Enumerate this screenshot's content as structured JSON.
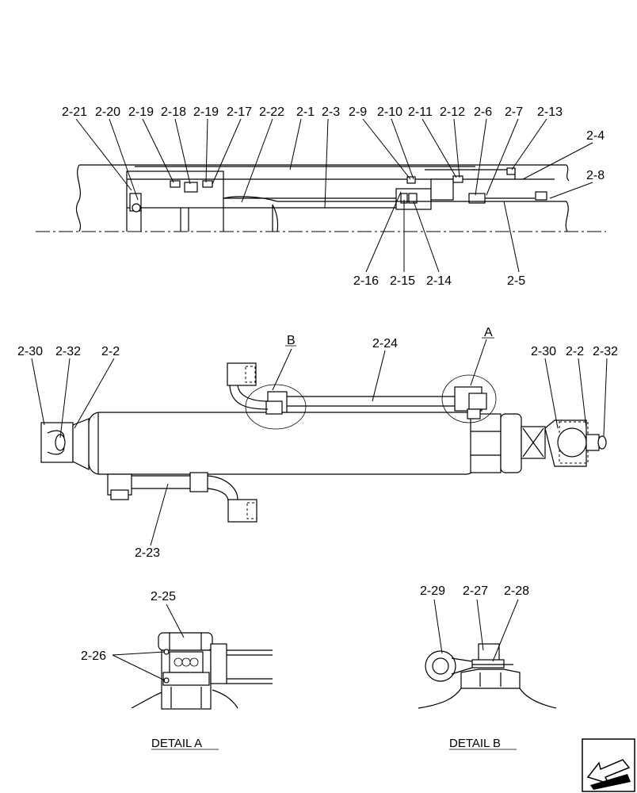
{
  "callouts_section": [
    "2-21",
    "2-20",
    "2-19",
    "2-18",
    "2-19",
    "2-17",
    "2-22",
    "2-1",
    "2-3",
    "2-9",
    "2-10",
    "2-11",
    "2-12",
    "2-6",
    "2-7",
    "2-13",
    "2-4",
    "2-8",
    "2-16",
    "2-15",
    "2-14",
    "2-5"
  ],
  "callouts_assembly": [
    "2-30",
    "2-32",
    "2-2",
    "B",
    "2-24",
    "A",
    "2-30",
    "2-2",
    "2-32",
    "2-23"
  ],
  "callouts_details": [
    "2-25",
    "2-26",
    "2-29",
    "2-27",
    "2-28"
  ],
  "detail_titles": [
    "DETAIL  A",
    "DETAIL  B"
  ],
  "icons": [
    "arrow-icon"
  ]
}
